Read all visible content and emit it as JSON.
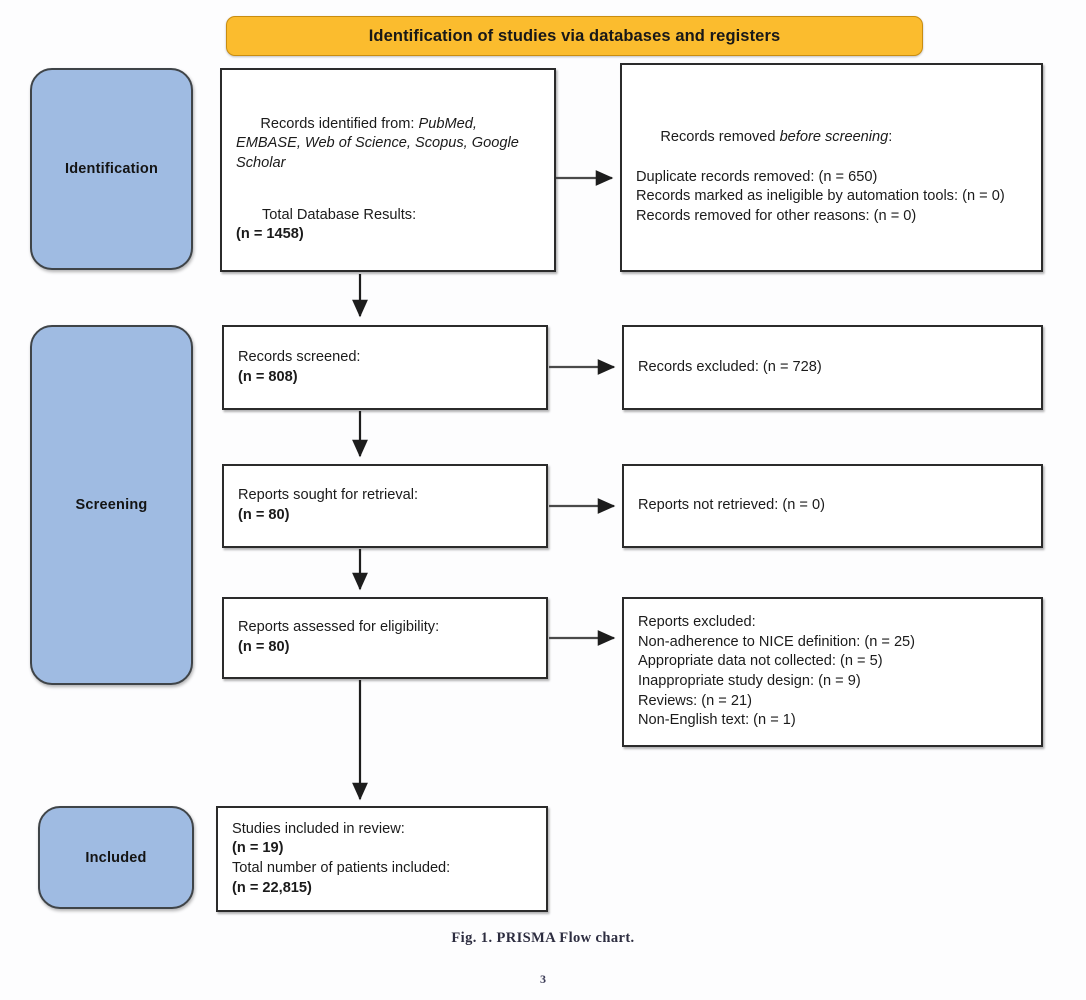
{
  "figure": {
    "banner_title": "Identification of studies via databases and registers",
    "caption": "Fig. 1.  PRISMA Flow chart.",
    "page_number": "3",
    "colors": {
      "banner_fill": "#fbbc2e",
      "banner_border": "#c98d10",
      "stage_fill": "#9fbbe2",
      "stage_border": "#3f4448",
      "node_border": "#2b2b2b",
      "page_background": "#fdfdfe",
      "text": "#1b1b1b"
    }
  },
  "stages": [
    {
      "id": "identification",
      "label": "Identification"
    },
    {
      "id": "screening",
      "label": "Screening"
    },
    {
      "id": "included",
      "label": "Included"
    }
  ],
  "nodes": {
    "identified": {
      "title_plain": "Records identified from: ",
      "title_italic": "PubMed, EMBASE, Web of Science, Scopus, Google Scholar",
      "total_label": "Total Database Results:",
      "total_count": "(n = 1458)"
    },
    "removed": {
      "heading_plain": "Records removed ",
      "heading_italic": "before screening",
      "heading_suffix": ":",
      "items": [
        "Duplicate records removed: (n = 650)",
        "Records marked as ineligible by automation tools: (n = 0)",
        "Records removed for other reasons: (n = 0)"
      ]
    },
    "screened": {
      "label": "Records screened:",
      "count": "(n = 808)"
    },
    "excluded_records": {
      "text": "Records excluded: (n = 728)"
    },
    "sought": {
      "label": "Reports sought for retrieval:",
      "count": "(n = 80)"
    },
    "not_retrieved": {
      "text": "Reports not retrieved: (n = 0)"
    },
    "assessed": {
      "label": "Reports assessed for eligibility:",
      "count": "(n = 80)"
    },
    "excluded_reports": {
      "heading": "Reports excluded:",
      "items": [
        "Non-adherence to NICE definition: (n = 25)",
        "Appropriate data not collected: (n = 5)",
        "Inappropriate study design: (n = 9)",
        "Reviews: (n = 21)",
        "Non-English text: (n = 1)"
      ]
    },
    "included": {
      "studies_label": "Studies included in review:",
      "studies_count": "(n = 19)",
      "patients_label": "Total number of patients included:",
      "patients_count": "(n = 22,815)"
    }
  },
  "chart_data": {
    "type": "diagram",
    "title": "PRISMA Flow chart",
    "phases": [
      {
        "phase": "Identification",
        "included": [
          {
            "label": "Total Database Results",
            "n": 1458,
            "sources": [
              "PubMed",
              "EMBASE",
              "Web of Science",
              "Scopus",
              "Google Scholar"
            ]
          }
        ],
        "excluded": [
          {
            "label": "Duplicate records removed",
            "n": 650
          },
          {
            "label": "Records marked as ineligible by automation tools",
            "n": 0
          },
          {
            "label": "Records removed for other reasons",
            "n": 0
          }
        ]
      },
      {
        "phase": "Screening",
        "included": [
          {
            "label": "Records screened",
            "n": 808
          },
          {
            "label": "Reports sought for retrieval",
            "n": 80
          },
          {
            "label": "Reports assessed for eligibility",
            "n": 80
          }
        ],
        "excluded": [
          {
            "label": "Records excluded",
            "n": 728
          },
          {
            "label": "Reports not retrieved",
            "n": 0
          },
          {
            "label": "Non-adherence to NICE definition",
            "n": 25
          },
          {
            "label": "Appropriate data not collected",
            "n": 5
          },
          {
            "label": "Inappropriate study design",
            "n": 9
          },
          {
            "label": "Reviews",
            "n": 21
          },
          {
            "label": "Non-English text",
            "n": 1
          }
        ]
      },
      {
        "phase": "Included",
        "included": [
          {
            "label": "Studies included in review",
            "n": 19
          },
          {
            "label": "Total number of patients included",
            "n": 22815
          }
        ],
        "excluded": []
      }
    ]
  }
}
